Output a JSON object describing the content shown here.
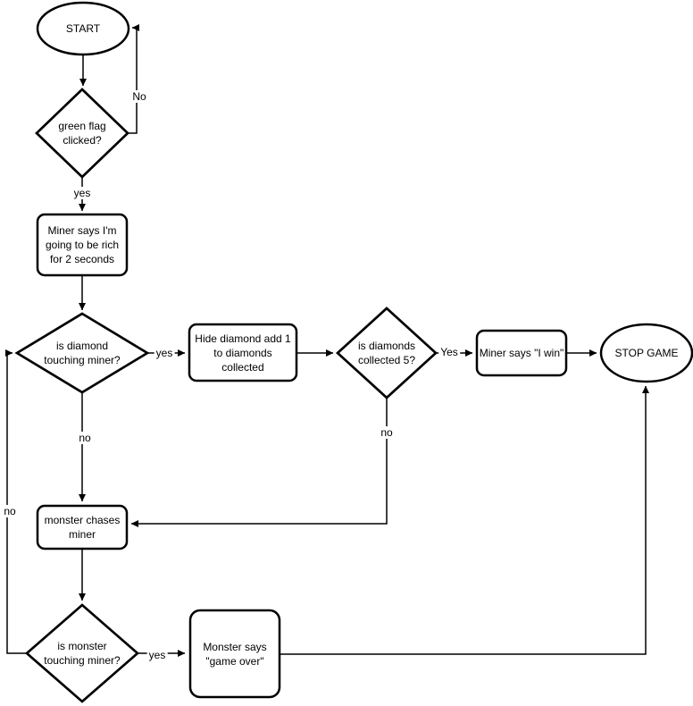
{
  "colors": {
    "stroke": "#000000",
    "fill": "#ffffff",
    "text": "#000000"
  },
  "nodes": {
    "start": {
      "type": "terminator",
      "label": "START"
    },
    "green_flag": {
      "type": "decision",
      "label": "green flag\nclicked?"
    },
    "miner_rich": {
      "type": "process",
      "label": "Miner says I'm\ngoing to be rich\nfor 2 seconds"
    },
    "diamond_touch": {
      "type": "decision",
      "label": "is diamond\ntouching miner?"
    },
    "hide_diamond": {
      "type": "process",
      "label": "Hide diamond add 1\nto diamonds\ncollected"
    },
    "diamonds_five": {
      "type": "decision",
      "label": "is diamonds\ncollected 5?"
    },
    "miner_win": {
      "type": "process",
      "label": "Miner says \"I win\""
    },
    "stop": {
      "type": "terminator",
      "label": "STOP GAME"
    },
    "monster_chase": {
      "type": "process",
      "label": "monster chases\nminer"
    },
    "monster_touch": {
      "type": "decision",
      "label": "is monster\ntouching miner?"
    },
    "game_over": {
      "type": "process",
      "label": "Monster says\n\"game over\""
    }
  },
  "edge_labels": {
    "green_flag_no": "No",
    "green_flag_yes": "yes",
    "diamond_touch_yes": "yes",
    "diamond_touch_no": "no",
    "diamonds_five_yes": "Yes",
    "diamonds_five_no": "no",
    "monster_touch_yes": "yes",
    "monster_touch_no": "no"
  }
}
